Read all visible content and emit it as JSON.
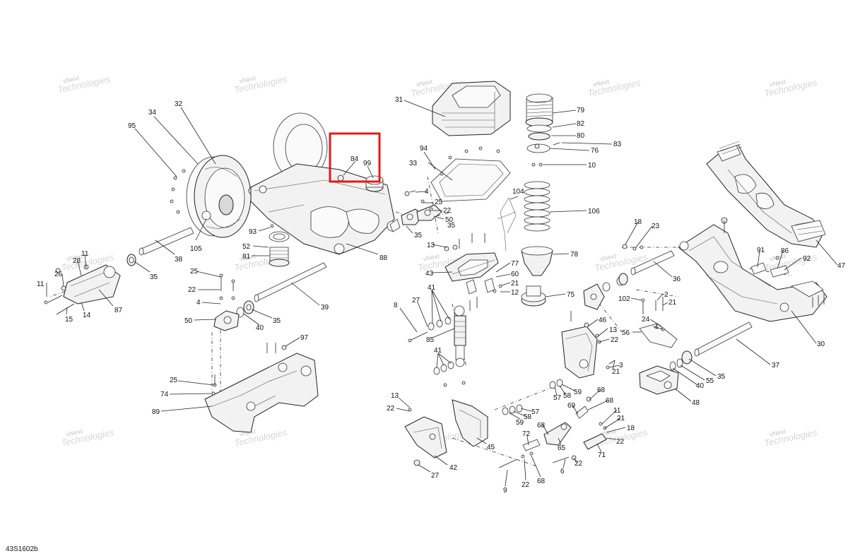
{
  "diagram": {
    "code": "43S1602b",
    "highlight_color": "#e01b1b",
    "watermark_line1": "vNext",
    "watermark_line2": "Technologies",
    "callouts": [
      {
        "id": "c34",
        "text": "34"
      },
      {
        "id": "c32",
        "text": "32"
      },
      {
        "id": "c95",
        "text": "95"
      },
      {
        "id": "c105",
        "text": "105"
      },
      {
        "id": "c38",
        "text": "38"
      },
      {
        "id": "c35a",
        "text": "35"
      },
      {
        "id": "c28",
        "text": "28"
      },
      {
        "id": "c11a",
        "text": "11"
      },
      {
        "id": "c26",
        "text": "26"
      },
      {
        "id": "c11b",
        "text": "11"
      },
      {
        "id": "c15",
        "text": "15"
      },
      {
        "id": "c14",
        "text": "14"
      },
      {
        "id": "c87",
        "text": "87"
      },
      {
        "id": "c84",
        "text": "84"
      },
      {
        "id": "c99",
        "text": "99"
      },
      {
        "id": "c93",
        "text": "93"
      },
      {
        "id": "c52",
        "text": "52"
      },
      {
        "id": "c81",
        "text": "81"
      },
      {
        "id": "c88",
        "text": "88"
      },
      {
        "id": "c35b",
        "text": "35"
      },
      {
        "id": "c25a",
        "text": "25"
      },
      {
        "id": "c22a",
        "text": "22"
      },
      {
        "id": "c4a",
        "text": "4"
      },
      {
        "id": "c50a",
        "text": "50"
      },
      {
        "id": "c40a",
        "text": "40"
      },
      {
        "id": "c35c",
        "text": "35"
      },
      {
        "id": "c39",
        "text": "39"
      },
      {
        "id": "c97",
        "text": "97"
      },
      {
        "id": "c25b",
        "text": "25"
      },
      {
        "id": "c74",
        "text": "74"
      },
      {
        "id": "c89",
        "text": "89"
      },
      {
        "id": "c31",
        "text": "31"
      },
      {
        "id": "c94",
        "text": "94"
      },
      {
        "id": "c33",
        "text": "33"
      },
      {
        "id": "c4b",
        "text": "4"
      },
      {
        "id": "c25c",
        "text": "25"
      },
      {
        "id": "c22b",
        "text": "22"
      },
      {
        "id": "c50b",
        "text": "50"
      },
      {
        "id": "c35d",
        "text": "35"
      },
      {
        "id": "c13a",
        "text": "13"
      },
      {
        "id": "c43",
        "text": "43"
      },
      {
        "id": "c79",
        "text": "79"
      },
      {
        "id": "c82",
        "text": "82"
      },
      {
        "id": "c80",
        "text": "80"
      },
      {
        "id": "c83",
        "text": "83"
      },
      {
        "id": "c76",
        "text": "76"
      },
      {
        "id": "c10",
        "text": "10"
      },
      {
        "id": "c104",
        "text": "104"
      },
      {
        "id": "c106",
        "text": "106"
      },
      {
        "id": "c78",
        "text": "78"
      },
      {
        "id": "c77",
        "text": "77"
      },
      {
        "id": "c60",
        "text": "60"
      },
      {
        "id": "c21a",
        "text": "21"
      },
      {
        "id": "c12",
        "text": "12"
      },
      {
        "id": "c75",
        "text": "75"
      },
      {
        "id": "c41a",
        "text": "41"
      },
      {
        "id": "c8",
        "text": "8"
      },
      {
        "id": "c27a",
        "text": "27"
      },
      {
        "id": "c85",
        "text": "85"
      },
      {
        "id": "c41b",
        "text": "41"
      },
      {
        "id": "c13b",
        "text": "13"
      },
      {
        "id": "c22c",
        "text": "22"
      },
      {
        "id": "c42",
        "text": "42"
      },
      {
        "id": "c27b",
        "text": "27"
      },
      {
        "id": "c45",
        "text": "45"
      },
      {
        "id": "c9",
        "text": "9"
      },
      {
        "id": "c22d",
        "text": "22"
      },
      {
        "id": "c68a",
        "text": "68"
      },
      {
        "id": "c72",
        "text": "72"
      },
      {
        "id": "c59a",
        "text": "59"
      },
      {
        "id": "c58a",
        "text": "58"
      },
      {
        "id": "c57a",
        "text": "57"
      },
      {
        "id": "c57b",
        "text": "57"
      },
      {
        "id": "c58b",
        "text": "58"
      },
      {
        "id": "c59b",
        "text": "59"
      },
      {
        "id": "c68b",
        "text": "68"
      },
      {
        "id": "c65",
        "text": "65"
      },
      {
        "id": "c6",
        "text": "6"
      },
      {
        "id": "c22e",
        "text": "22"
      },
      {
        "id": "c68c",
        "text": "68"
      },
      {
        "id": "c68d",
        "text": "68"
      },
      {
        "id": "c69",
        "text": "69"
      },
      {
        "id": "c11c",
        "text": "11"
      },
      {
        "id": "c21b",
        "text": "21"
      },
      {
        "id": "c18a",
        "text": "18"
      },
      {
        "id": "c71",
        "text": "71"
      },
      {
        "id": "c22f",
        "text": "22"
      },
      {
        "id": "c46",
        "text": "46"
      },
      {
        "id": "c13c",
        "text": "13"
      },
      {
        "id": "c22g",
        "text": "22"
      },
      {
        "id": "c3",
        "text": "3"
      },
      {
        "id": "c21c",
        "text": "21"
      },
      {
        "id": "c102",
        "text": "102"
      },
      {
        "id": "c2",
        "text": "2"
      },
      {
        "id": "c21d",
        "text": "21"
      },
      {
        "id": "c24",
        "text": "24"
      },
      {
        "id": "c4c",
        "text": "4"
      },
      {
        "id": "c56",
        "text": "56"
      },
      {
        "id": "c48",
        "text": "48"
      },
      {
        "id": "c18b",
        "text": "18"
      },
      {
        "id": "c23",
        "text": "23"
      },
      {
        "id": "c36",
        "text": "36"
      },
      {
        "id": "c91",
        "text": "91"
      },
      {
        "id": "c86",
        "text": "86"
      },
      {
        "id": "c92",
        "text": "92"
      },
      {
        "id": "c47",
        "text": "47"
      },
      {
        "id": "c30",
        "text": "30"
      },
      {
        "id": "c37",
        "text": "37"
      },
      {
        "id": "c35e",
        "text": "35"
      },
      {
        "id": "c55",
        "text": "55"
      },
      {
        "id": "c40b",
        "text": "40"
      }
    ]
  }
}
